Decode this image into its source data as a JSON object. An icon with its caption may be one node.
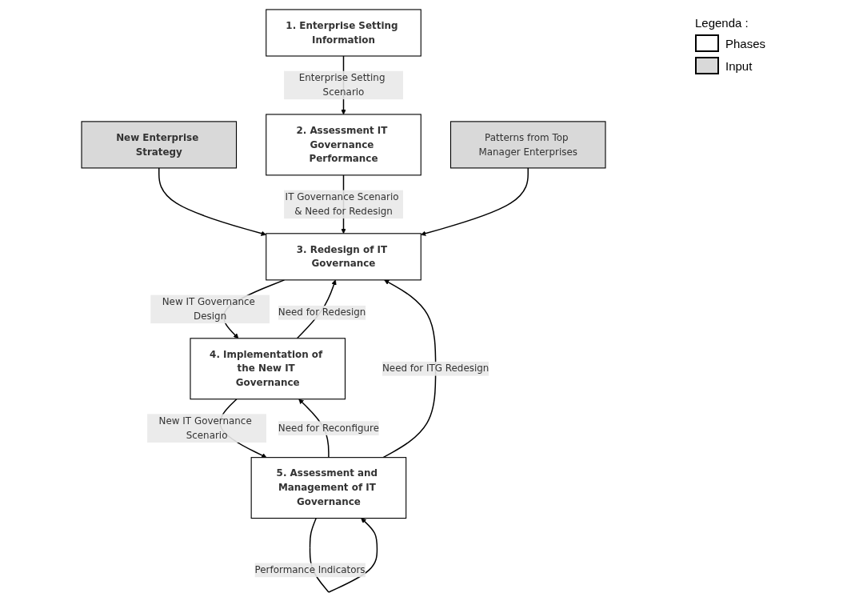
{
  "diagram": {
    "nodes": [
      {
        "text": [
          "1. Enterprise Setting Information"
        ]
      },
      {
        "text": [
          "2. Assessment IT Governance Performance"
        ]
      },
      {
        "text": [
          "New Enterprise Strategy"
        ]
      },
      {
        "text": [
          "3. Redesign of IT Governance"
        ]
      },
      {
        "text": [
          "Patterns from Top Manager Enterprises"
        ]
      },
      {
        "text": [
          "4. Implementation of the New IT Governance"
        ]
      },
      {
        "text": [
          "5. Assessment and Management of IT Governance"
        ]
      }
    ],
    "edges": [
      {
        "from": 0,
        "to": 1,
        "arrow": "to",
        "label": "Enterprise Setting Scenario"
      },
      {
        "from": 2,
        "to": 3,
        "arrow": "to"
      },
      {
        "from": 1,
        "to": 3,
        "arrow": "to",
        "label": "IT Governance Scenario & Need for Redesign"
      },
      {
        "from": 4,
        "to": 3,
        "arrow": "to"
      },
      {
        "from": 3,
        "to": 5,
        "arrow": "to",
        "label": "New IT Governance Design"
      },
      {
        "from": 5,
        "to": 3,
        "arrow": "to",
        "label": "Need for Redesign"
      },
      {
        "from": 5,
        "to": 6,
        "arrow": "to",
        "label": "New IT Governance Scenario"
      },
      {
        "from": 6,
        "to": 5,
        "arrow": "to",
        "label": "Need for Reconfigure"
      },
      {
        "from": 6,
        "to": 3,
        "arrow": "to",
        "label": "Need for ITG Redesign"
      },
      {
        "from": 6,
        "to": 6,
        "arrow": "to",
        "label": "Performance Indicators"
      }
    ],
    "labels": [
      "Legenda :"
    ],
    "legend": [
      {
        "text": "Phases",
        "color": "#ffffff"
      },
      {
        "text": "Input",
        "color": "#d9d9d9"
      }
    ]
  }
}
